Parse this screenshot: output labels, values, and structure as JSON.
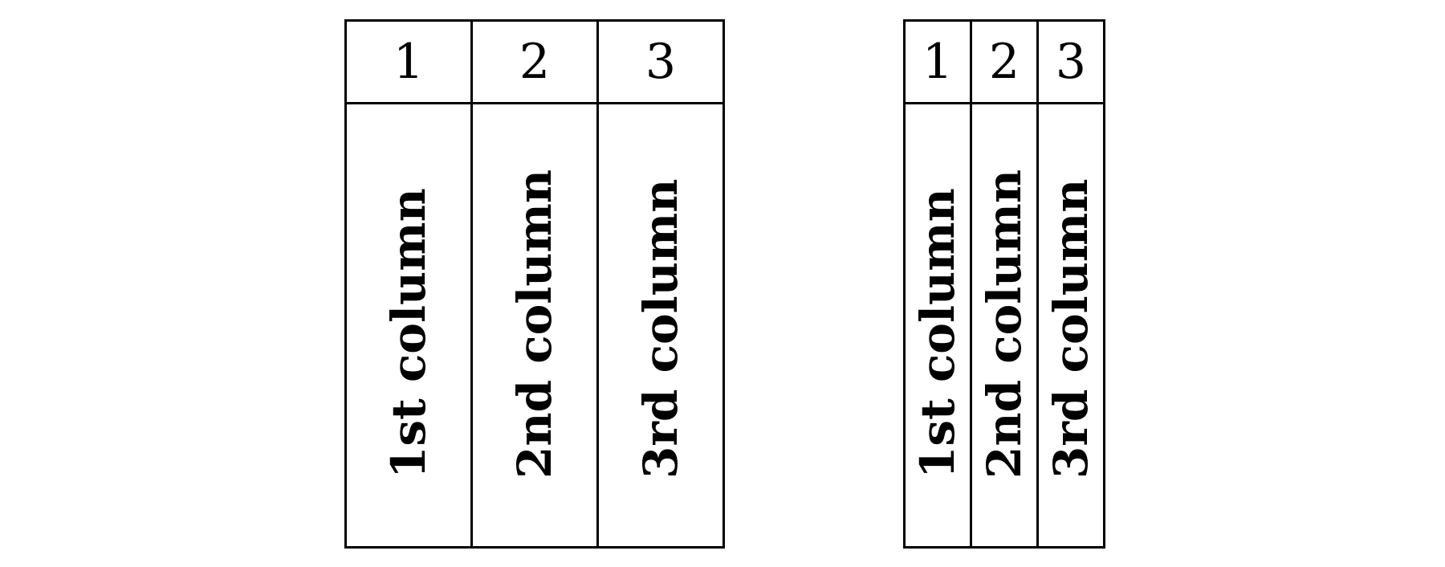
{
  "tables": [
    {
      "headers": [
        "1",
        "2",
        "3"
      ],
      "cells": [
        "1st column",
        "2nd column",
        "3rd column"
      ]
    },
    {
      "headers": [
        "1",
        "2",
        "3"
      ],
      "cells": [
        "1st column",
        "2nd column",
        "3rd column"
      ]
    }
  ]
}
